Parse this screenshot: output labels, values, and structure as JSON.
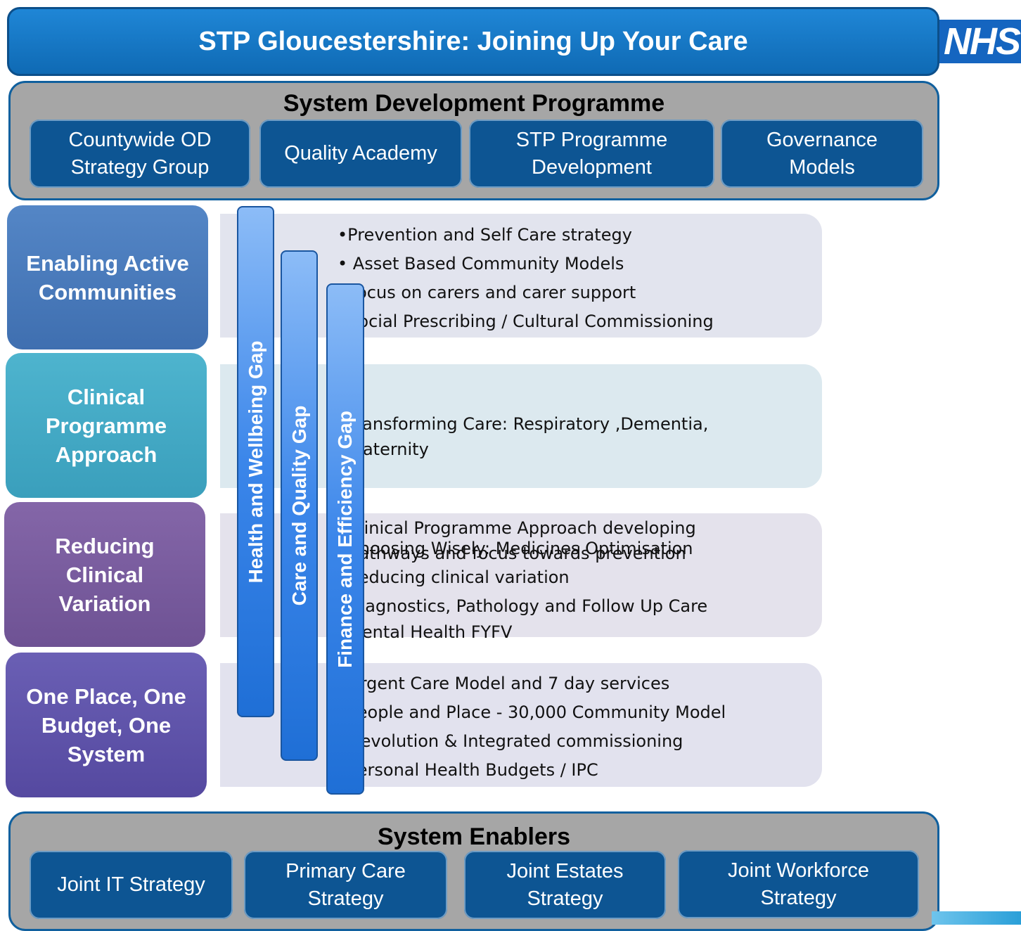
{
  "title": "STP Gloucestershire: Joining Up Your Care",
  "logo_text": "NHS",
  "system_development": {
    "heading": "System Development Programme",
    "boxes": [
      "Countywide OD\nStrategy Group",
      "Quality Academy",
      "STP Programme\nDevelopment",
      "Governance\nModels"
    ]
  },
  "pillars": [
    {
      "label": "Enabling Active\nCommunities",
      "color": "#4f80c0",
      "band_color": "#e2e4ee",
      "bullets": [
        "•Prevention and Self Care strategy",
        "• Asset Based Community Models",
        "•Focus on carers and carer support",
        "•Social Prescribing / Cultural Commissioning"
      ]
    },
    {
      "label": "Clinical\nProgramme\nApproach",
      "color": "#45aac6",
      "band_color": "#dce9ef",
      "bullets": [
        "•Transforming Care: Respiratory ,Dementia,\n  Maternity",
        "•Clinical Programme Approach developing\n  pathways and focus towards prevention",
        "•Mental Health FYFV"
      ]
    },
    {
      "label": "Reducing\nClinical\nVariation",
      "color": "#7a5fa0",
      "band_color": "#e4e2ec",
      "bullets": [
        "•Choosing Wisely: Medicines Optimisation",
        "•Reducing clinical variation",
        "•Diagnostics, Pathology and Follow Up Care"
      ]
    },
    {
      "label": "One Place, One\nBudget, One\nSystem",
      "color": "#6156a8",
      "band_color": "#e2e2ee",
      "bullets": [
        "•Urgent Care Model and 7 day services",
        "•People and Place - 30,000 Community Model",
        "•Devolution & Integrated commissioning",
        "•Personal Health Budgets / IPC"
      ]
    }
  ],
  "gaps": [
    "Health and Wellbeing Gap",
    "Care and Quality Gap",
    "Finance and Efficiency Gap"
  ],
  "system_enablers": {
    "heading": "System Enablers",
    "boxes": [
      "Joint IT Strategy",
      "Primary Care\nStrategy",
      "Joint Estates\nStrategy",
      "Joint Workforce\nStrategy"
    ]
  }
}
